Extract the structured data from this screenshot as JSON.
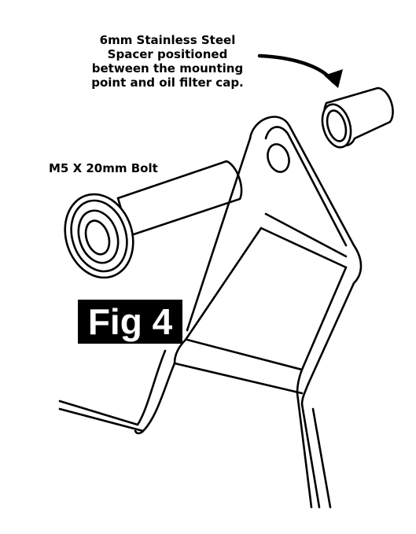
{
  "spacer_callout": {
    "lines": [
      "6mm Stainless Steel",
      "Spacer positioned",
      "between the mounting",
      "point and oil filter cap."
    ]
  },
  "bolt_callout": {
    "text": "M5 X 20mm Bolt"
  },
  "figure_label": "Fig 4",
  "icons": [
    "curved-arrow-icon",
    "spacer-ring-icon",
    "bolt-icon",
    "bracket-icon"
  ]
}
